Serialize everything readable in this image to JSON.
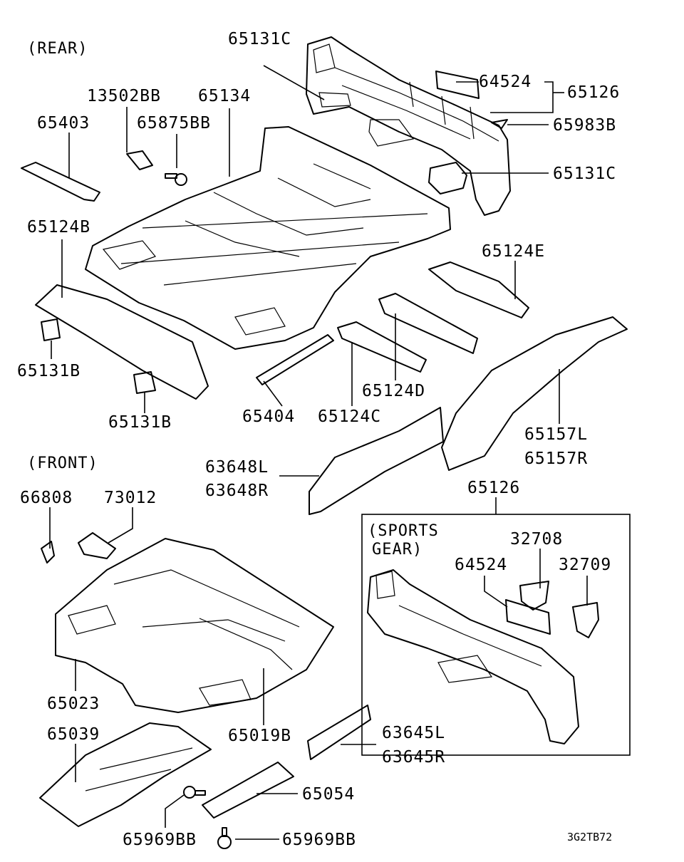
{
  "sections": {
    "rear": "(REAR)",
    "front": "(FRONT)",
    "sports_line1": "(SPORTS",
    "sports_line2": "GEAR)"
  },
  "diagram_code": "3G2TB72",
  "labels": {
    "p65131c_top": "65131C",
    "p64524_top": "64524",
    "p65126_top": "65126",
    "p65983b": "65983B",
    "p65131c_mid": "65131C",
    "p13502bb": "13502BB",
    "p65134": "65134",
    "p65403": "65403",
    "p65875bb": "65875BB",
    "p65124b": "65124B",
    "p65124e": "65124E",
    "p65131b_left": "65131B",
    "p65131b_bottom": "65131B",
    "p65124d": "65124D",
    "p65404": "65404",
    "p65124c": "65124C",
    "p65157l": "65157L",
    "p65157r": "65157R",
    "p63648l": "63648L",
    "p63648r": "63648R",
    "p65126_box": "65126",
    "p66808": "66808",
    "p73012": "73012",
    "p32708": "32708",
    "p64524_box": "64524",
    "p32709": "32709",
    "p65023": "65023",
    "p65019b": "65019B",
    "p65039": "65039",
    "p63645l": "63645L",
    "p63645r": "63645R",
    "p65054": "65054",
    "p65969bb_left": "65969BB",
    "p65969bb_right": "65969BB"
  }
}
